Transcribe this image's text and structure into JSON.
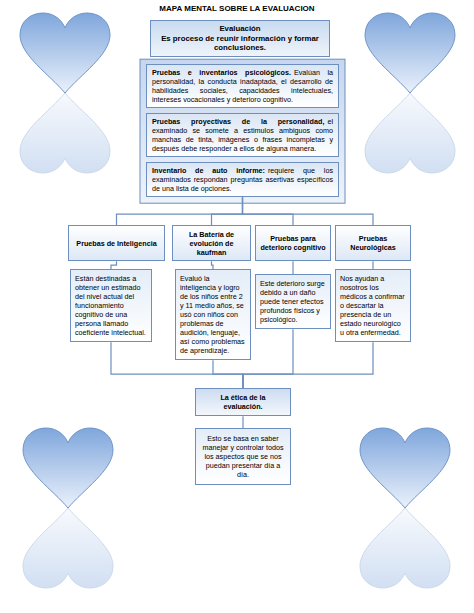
{
  "diagram": {
    "title": "MAPA MENTAL SOBRE LA EVALUACION",
    "nodes": [
      {
        "text": [
          "Evaluación",
          "Es proceso de reunir información y formar conclusiones."
        ]
      },
      {
        "text": [
          "Pruebas e inventarios psicológicos.",
          "Evalúan la personalidad, la conducta inadaptada, el desarrollo de habilidades sociales, capacidades intelectuales, intereses vocacionales y deterioro cognitivo."
        ]
      },
      {
        "text": [
          "Pruebas proyectivas de la personalidad,",
          "el examinado se somete a estimulos ambiguos como manchas de tinta, imágenes o frases incompletas y después debe responder a ellos de alguna manera."
        ]
      },
      {
        "text": [
          "Inventario de auto informe:",
          "requiere que los examinados respondan preguntas asertivas específicos de una lista de opciones."
        ]
      },
      {
        "text": [
          "Pruebas de Inteligencia"
        ]
      },
      {
        "text": [
          "La Batería de evolución de kaufman"
        ]
      },
      {
        "text": [
          "Pruebas para deterioro cognitivo"
        ]
      },
      {
        "text": [
          "Pruebas Neurológicas"
        ]
      },
      {
        "text": [
          "Están destinadas a obtener un estimado del nivel actual del funcionamiento cognitivo de una persona llamado coeficiente intelectual."
        ]
      },
      {
        "text": [
          "Evaluó la inteligencia y logro de los niños entre 2 y 11 medio años, se usó con niños con problemas de audición, lenguaje, así como problemas de aprendizaje."
        ]
      },
      {
        "text": [
          "Este deterioro surge debido a un daño puede tener efectos profundos físicos y psicológico."
        ]
      },
      {
        "text": [
          "Nos ayudan a nosotros los médicos a confirmar o descartar la presencia de un estado neurológico u otra enfermedad."
        ]
      },
      {
        "text": [
          "La ética de la evaluación."
        ]
      },
      {
        "text": [
          "Esto se basa en saber manejar y controlar todos los aspectos que se nos puedan presentar día a día."
        ]
      }
    ],
    "edges": [
      {
        "from": 3,
        "to": 4,
        "arrow": "none"
      },
      {
        "from": 3,
        "to": 5,
        "arrow": "none"
      },
      {
        "from": 3,
        "to": 6,
        "arrow": "none"
      },
      {
        "from": 3,
        "to": 7,
        "arrow": "none"
      },
      {
        "from": 4,
        "to": 8,
        "arrow": "none"
      },
      {
        "from": 5,
        "to": 9,
        "arrow": "none"
      },
      {
        "from": 6,
        "to": 10,
        "arrow": "none"
      },
      {
        "from": 7,
        "to": 11,
        "arrow": "none"
      },
      {
        "from": 8,
        "to": 12,
        "arrow": "none"
      },
      {
        "from": 9,
        "to": 12,
        "arrow": "none"
      },
      {
        "from": 10,
        "to": 12,
        "arrow": "none"
      },
      {
        "from": 11,
        "to": 12,
        "arrow": "none"
      },
      {
        "from": 12,
        "to": 13,
        "arrow": "none"
      }
    ]
  }
}
